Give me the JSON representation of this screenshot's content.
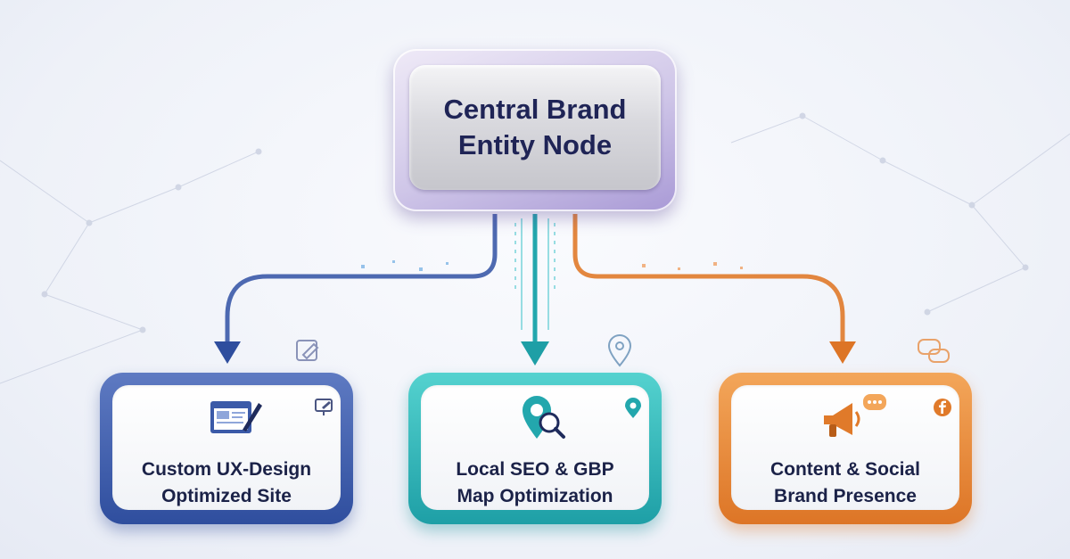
{
  "central": {
    "title": "Central Brand\nEntity Node"
  },
  "cards": [
    {
      "label": "Custom UX-Design\nOptimized Site",
      "icon": "web-design-icon",
      "corner_icon": "monitor-edit-icon",
      "color": "#3b5aa8"
    },
    {
      "label": "Local SEO & GBP\nMap Optimization",
      "icon": "map-search-icon",
      "corner_icon": "map-pin-icon",
      "color": "#23a7ad"
    },
    {
      "label": "Content & Social\nBrand Presence",
      "icon": "megaphone-icon",
      "corner_icon": "facebook-icon",
      "color": "#e07a2a"
    }
  ],
  "colors": {
    "title": "#1f2456",
    "blue": "#3b5aa8",
    "teal": "#23a7ad",
    "orange": "#e07a2a"
  }
}
